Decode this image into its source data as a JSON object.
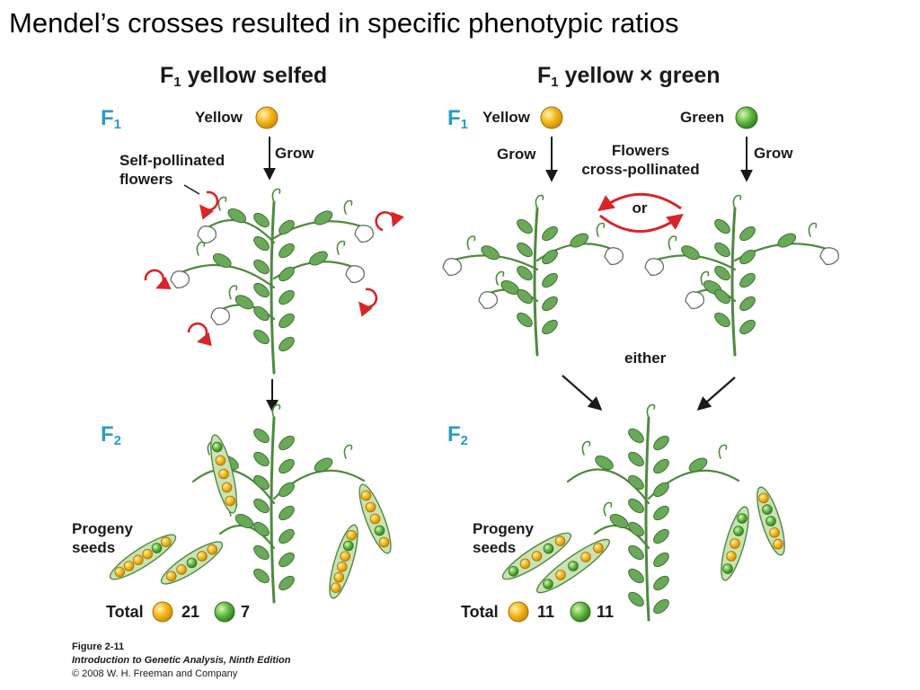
{
  "slide_title": "Mendel’s crosses resulted in specific phenotypic ratios",
  "left_panel": {
    "title_prefix": "F",
    "title_sub": "1",
    "title_suffix": " yellow selfed",
    "gen1_letter": "F",
    "gen1_sub": "1",
    "parent_label": "Yellow",
    "grow_label": "Grow",
    "self_pollinated_label_1": "Self-pollinated",
    "self_pollinated_label_2": "flowers",
    "gen2_letter": "F",
    "gen2_sub": "2",
    "progeny_label_1": "Progeny",
    "progeny_label_2": "seeds",
    "total_label": "Total",
    "yellow_count": "21",
    "green_count": "7"
  },
  "right_panel": {
    "title_prefix": "F",
    "title_sub": "1",
    "title_suffix": " yellow × green",
    "gen1_letter": "F",
    "gen1_sub": "1",
    "parent1_label": "Yellow",
    "parent2_label": "Green",
    "grow_label_left": "Grow",
    "grow_label_right": "Grow",
    "cross_label_1": "Flowers",
    "cross_label_2": "cross-pollinated",
    "or_label": "or",
    "either_label": "either",
    "gen2_letter": "F",
    "gen2_sub": "2",
    "progeny_label_1": "Progeny",
    "progeny_label_2": "seeds",
    "total_label": "Total",
    "yellow_count": "11",
    "green_count": "11"
  },
  "caption": {
    "figure": "Figure 2-11",
    "book": "Introduction to Genetic Analysis, Ninth Edition",
    "copyright": "© 2008 W. H. Freeman and Company"
  },
  "colors": {
    "generation_label": "#2a9bc3",
    "yellow_seed": "#f2b417",
    "green_seed": "#5fb63c",
    "plant_stem": "#5e9a4c",
    "arrow_red": "#d7252a"
  }
}
